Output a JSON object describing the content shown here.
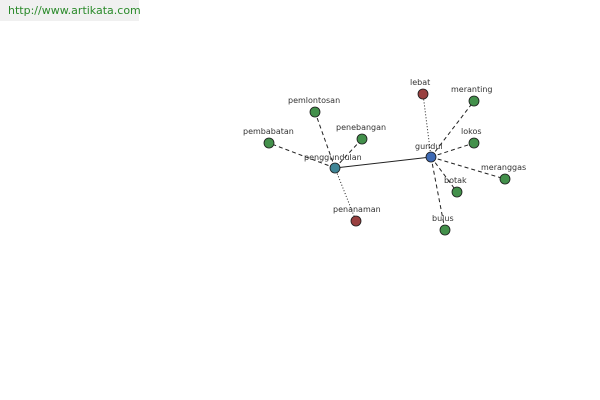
{
  "watermark": {
    "text": "http://www.artikata.com"
  },
  "colors": {
    "main_node": "#3e6ab4",
    "hub_node": "#3f8596",
    "synonym_node": "#43904b",
    "antonym_node": "#994040",
    "edge": "#222222"
  },
  "graph": {
    "center": {
      "id": "gundul",
      "label": "gundul",
      "kind": "main_node"
    },
    "hub": {
      "id": "penggundulan",
      "label": "penggundulan",
      "kind": "hub_node"
    },
    "main_link": {
      "from": "gundul",
      "to": "penggundulan",
      "style": "solid"
    },
    "related": [
      {
        "id": "lebat",
        "label": "lebat",
        "parent": "gundul",
        "kind": "antonym_node",
        "link": "dotted"
      },
      {
        "id": "meranting",
        "label": "meranting",
        "parent": "gundul",
        "kind": "synonym_node",
        "link": "dashed"
      },
      {
        "id": "lokos",
        "label": "lokos",
        "parent": "gundul",
        "kind": "synonym_node",
        "link": "dashed"
      },
      {
        "id": "meranggas",
        "label": "meranggas",
        "parent": "gundul",
        "kind": "synonym_node",
        "link": "dashed"
      },
      {
        "id": "botak",
        "label": "botak",
        "parent": "gundul",
        "kind": "synonym_node",
        "link": "dashed"
      },
      {
        "id": "bulus",
        "label": "bulus",
        "parent": "gundul",
        "kind": "synonym_node",
        "link": "dashed"
      },
      {
        "id": "pemlontosan",
        "label": "pemlontosan",
        "parent": "penggundulan",
        "kind": "synonym_node",
        "link": "dashed"
      },
      {
        "id": "penebangan",
        "label": "penebangan",
        "parent": "penggundulan",
        "kind": "synonym_node",
        "link": "dashed"
      },
      {
        "id": "pembabatan",
        "label": "pembabatan",
        "parent": "penggundulan",
        "kind": "synonym_node",
        "link": "dashed"
      },
      {
        "id": "penanaman",
        "label": "penanaman",
        "parent": "penggundulan",
        "kind": "antonym_node",
        "link": "dotted"
      }
    ]
  }
}
